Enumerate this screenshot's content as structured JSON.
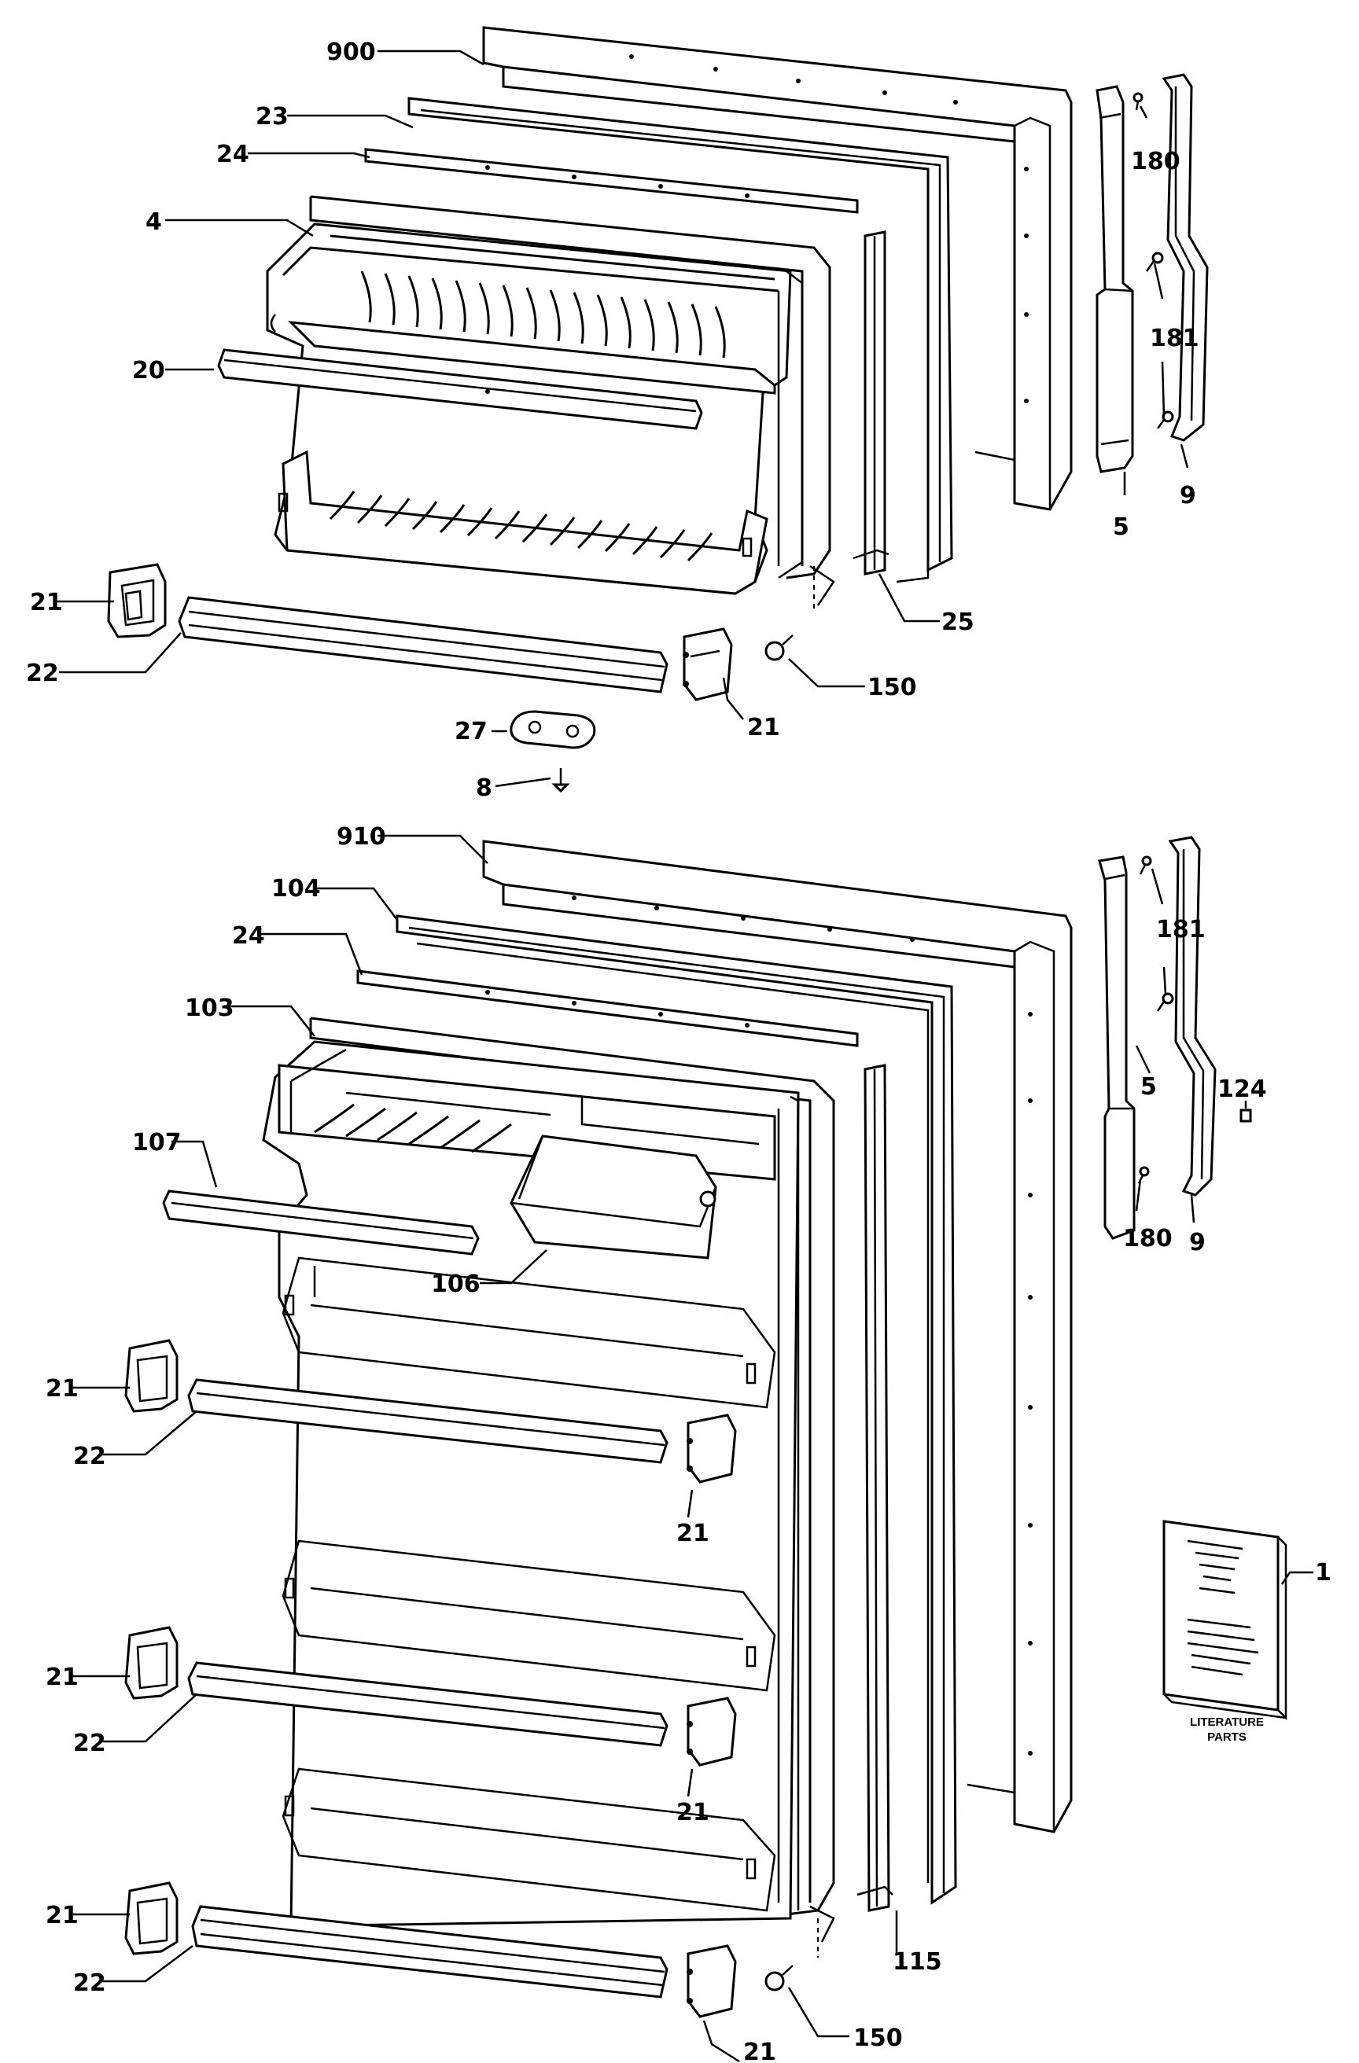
{
  "callouts": {
    "upper_door_frame": "900",
    "upper_gasket": "23",
    "upper_insulation_strip": "24",
    "upper_door_liner": "4",
    "upper_shelf_bar": "20",
    "upper_bar_end_left": "21",
    "upper_bar": "22",
    "upper_bar_end_right": "21",
    "upper_stop": "27",
    "upper_stop_screw": "8",
    "upper_hinge_screw": "150",
    "upper_trim": "25",
    "upper_handle_mount_screw_a": "180",
    "upper_handle_mount_screw_b": "181",
    "upper_handle_bracket": "5",
    "upper_handle": "9",
    "lower_door_frame": "910",
    "lower_gasket": "104",
    "lower_insulation_strip": "24",
    "lower_door_liner": "103",
    "lower_dairy_bar": "107",
    "lower_dairy_door": "106",
    "lower_bar_end_1_left": "21",
    "lower_bar_1": "22",
    "lower_bar_end_1_right": "21",
    "lower_bar_end_2_left": "21",
    "lower_bar_2": "22",
    "lower_bar_end_2_right": "21",
    "lower_bar_end_3_left": "21",
    "lower_bar_3": "22",
    "lower_bar_end_3_right": "21",
    "lower_hinge_screw": "150",
    "lower_trim": "115",
    "lower_handle_screw_a": "181",
    "lower_handle_bracket": "5",
    "lower_handle_plug": "124",
    "lower_handle_screw_b": "180",
    "lower_handle": "9",
    "literature": "1"
  },
  "literature_label": [
    "LITERATURE",
    "PARTS"
  ]
}
